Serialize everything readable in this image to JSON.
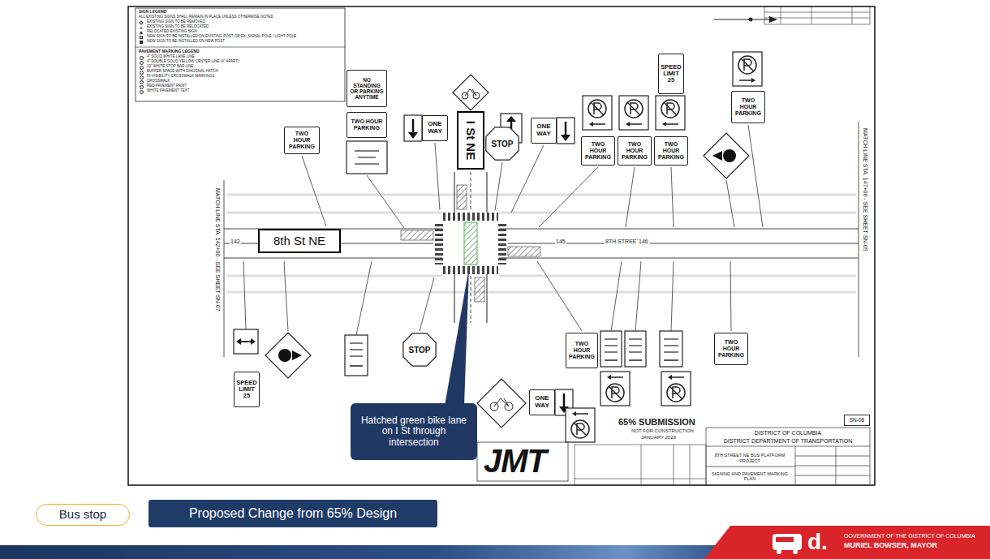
{
  "diagram": {
    "nodes": [
      {
        "text": [
          "TWO HOUR PARKING"
        ]
      },
      {
        "text": [
          "NO STANDING OR PARKING ANYTIME"
        ]
      },
      {
        "text": [
          "TWO HOUR PARKING"
        ]
      },
      {
        "text": [
          "ONE WAY"
        ]
      },
      {
        "text": [
          "I St NE"
        ]
      },
      {
        "text": [
          "STOP"
        ]
      },
      {
        "text": [
          "ONE WAY"
        ]
      },
      {
        "text": [
          "SPEED LIMIT 25"
        ]
      },
      {
        "text": [
          "TWO HOUR PARKING"
        ]
      },
      {
        "text": [
          "TWO HOUR PARKING"
        ]
      },
      {
        "text": [
          "TWO HOUR PARKING"
        ]
      },
      {
        "text": [
          "TWO HOUR PARKING"
        ]
      },
      {
        "text": [
          "8th St NE"
        ]
      },
      {
        "text": [
          "SPEED LIMIT 25"
        ]
      },
      {
        "text": [
          "STOP"
        ]
      },
      {
        "text": [
          "Hatched green bike lane on I St through intersection"
        ]
      },
      {
        "text": [
          "ONE WAY"
        ]
      },
      {
        "text": [
          "TWO HOUR PARKING"
        ]
      },
      {
        "text": [
          "TWO HOUR PARKING"
        ]
      },
      {
        "text": [
          "DISTRICT OF COLUMBIA",
          "DISTRICT DEPARTMENT OF TRANSPORTATION"
        ]
      },
      {
        "text": [
          "8TH STREET NE BUS PLATFORM PROJECT"
        ],
        "in": 19
      },
      {
        "text": [
          "SIGNING AND PAVEMENT MARKING PLAN"
        ],
        "in": 19
      },
      {
        "text": [
          "SN-08"
        ]
      },
      {
        "text": [
          "Bus stop"
        ]
      },
      {
        "text": [
          "Proposed Change from 65% Design"
        ]
      },
      {
        "text": [
          "d.",
          "GOVERNMENT OF THE DISTRICT OF COLUMBIA",
          "MURIEL BOWSER, MAYOR"
        ]
      }
    ],
    "labels": [
      "SIGN LEGEND",
      "ALL EXISTING SIGNS SHALL REMAIN IN PLACE UNLESS OTHERWISE NOTED",
      "PAVEMENT MARKING LEGEND",
      "8TH STREET NE",
      "142",
      "145",
      "146",
      "MATCH LINE STA. 142+00 - SEE SHEET SN-07",
      "MATCH LINE STA. 147+00 - SEE SHEET SN-09",
      "65% SUBMISSION",
      "NOT FOR CONSTRUCTION",
      "JANUARY 2023",
      "JMT"
    ],
    "legend": [
      {
        "text": "EXISTING SIGN TO BE REMOVED"
      },
      {
        "text": "EXISTING SIGN TO BE RELOCATED"
      },
      {
        "text": "RELOCATED EXISTING SIGN"
      },
      {
        "text": "NEW SIGN TO BE INSTALLED ON EXISTING POST OR EX. SIGNAL POLE / LIGHT POLE"
      },
      {
        "text": "NEW SIGN TO BE INSTALLED ON NEW POST"
      },
      {
        "text": "4\" SOLID WHITE LANE LINE"
      },
      {
        "text": "4\" DOUBLE SOLID YELLOW CENTER LINE (4\" APART)"
      },
      {
        "text": "12\" WHITE STOP BAR LINE"
      },
      {
        "text": "BUFFER SPACE WITH DIAGONAL HATCH"
      },
      {
        "text": "HI-VISIBILITY CROSSWALK MARKINGS"
      },
      {
        "text": "CROSSWALK"
      },
      {
        "text": "RED PAVEMENT PAINT"
      },
      {
        "text": "WHITE PAVEMENT TEXT"
      }
    ]
  }
}
